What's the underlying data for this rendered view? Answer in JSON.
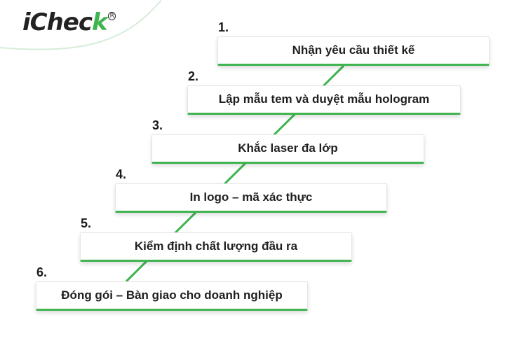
{
  "brand": {
    "logo_main": "iChec",
    "logo_accent": "k",
    "logo_registered": "R",
    "accent_color": "#3fb44f"
  },
  "steps": [
    {
      "number": "1.",
      "label": "Nhận yêu cầu thiết kế"
    },
    {
      "number": "2.",
      "label": "Lập mẫu tem và duyệt mẫu hologram"
    },
    {
      "number": "3.",
      "label": "Khắc laser đa lớp"
    },
    {
      "number": "4.",
      "label": "In logo – mã xác thực"
    },
    {
      "number": "5.",
      "label": "Kiểm định chất lượng đầu ra"
    },
    {
      "number": "6.",
      "label": "Đóng gói – Bàn giao cho doanh nghiệp"
    }
  ]
}
